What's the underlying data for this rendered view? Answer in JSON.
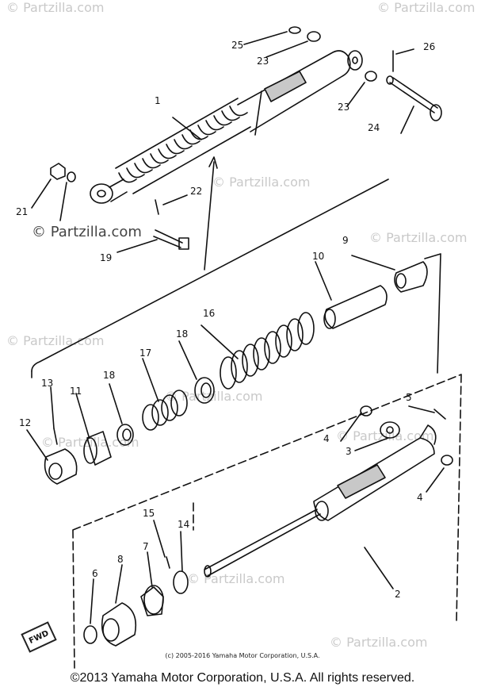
{
  "watermarks": {
    "top_left": "© Partzilla.com",
    "top_right": "© Partzilla.com",
    "mid_right_1": "© Partzilla.com",
    "mid_right_2": "© Partzilla.com",
    "center_1": "© Partzilla.com",
    "center_2": "© Partzilla.com",
    "left_1": "© Partzilla.com",
    "left_2": "© Partzilla.com",
    "lower_right": "© Partzilla.com",
    "bottom_right": "© Partzilla.com",
    "prominent": "© Partzilla.com"
  },
  "part_numbers": [
    "1",
    "2",
    "3",
    "4",
    "4",
    "5",
    "6",
    "7",
    "8",
    "9",
    "10",
    "11",
    "12",
    "13",
    "14",
    "15",
    "16",
    "17",
    "18",
    "18",
    "19",
    "21",
    "22",
    "23",
    "23",
    "24",
    "25",
    "26"
  ],
  "fwd_label": "FWD",
  "copyright_small": "(c) 2005-2016 Yamaha Motor Corporation, U.S.A.",
  "copyright_main": "©2013 Yamaha Motor Corporation, U.S.A. All rights reserved."
}
